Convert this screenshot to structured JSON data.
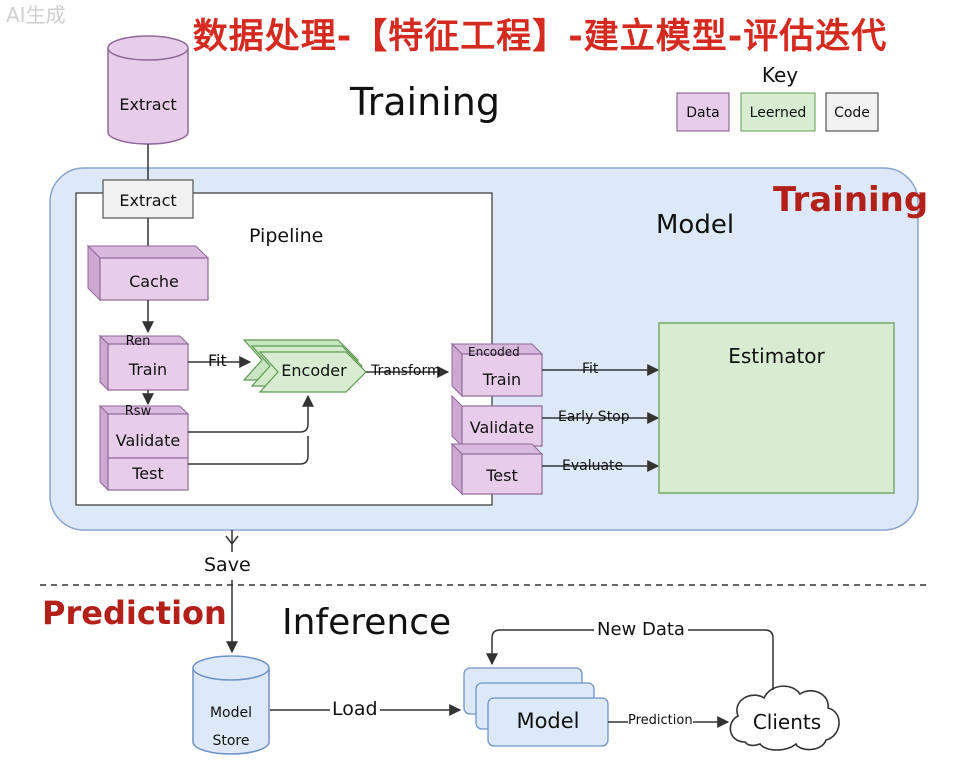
{
  "header": {
    "title_cn": "数据处理-【特征工程】-建立模型-评估迭代",
    "watermark": "AI生成"
  },
  "training": {
    "heading": "Training",
    "red_label": "Training",
    "model_label": "Model",
    "pipeline_label": "Pipeline",
    "extract_db": "Extract",
    "extract_box": "Extract",
    "cache": "Cache",
    "raw_train_tag": "Ren",
    "raw_train": "Train",
    "raw_validate_tag": "Rsw",
    "raw_validate": "Validate",
    "raw_test": "Test",
    "encoder": "Encoder",
    "fit_label": "Fit",
    "transform_label": "Transform",
    "encoded_tag": "Encoded",
    "enc_train": "Train",
    "enc_validate": "Validate",
    "enc_test": "Test",
    "fit2_label": "Fit",
    "early_stop_label": "Early Stop",
    "evaluate_label": "Evaluate",
    "estimator": "Estimator",
    "save_label": "Save"
  },
  "key": {
    "title": "Key",
    "items": [
      {
        "label": "Data",
        "color": "#e8cdea"
      },
      {
        "label": "Leerned",
        "color": "#d7ecd0"
      },
      {
        "label": "Code",
        "color": "#f0f0f0"
      }
    ]
  },
  "prediction": {
    "red_label": "Prediction",
    "heading": "Inference",
    "store_line1": "Model",
    "store_line2": "Store",
    "load_label": "Load",
    "model": "Model",
    "prediction_label": "Prediction",
    "new_data_label": "New Data",
    "clients": "Clients"
  },
  "colors": {
    "data_fill": "#e8cdea",
    "data_stroke": "#8f6a98",
    "learned_fill": "#d7ecd0",
    "learned_stroke": "#78a86e",
    "code_fill": "#f1f1f1",
    "training_bg": "#dde9f8",
    "training_stroke": "#8aa6cf",
    "model_box_fill": "#dde9f8",
    "model_box_stroke": "#6f93c8",
    "title_red": "#d42a1f"
  }
}
